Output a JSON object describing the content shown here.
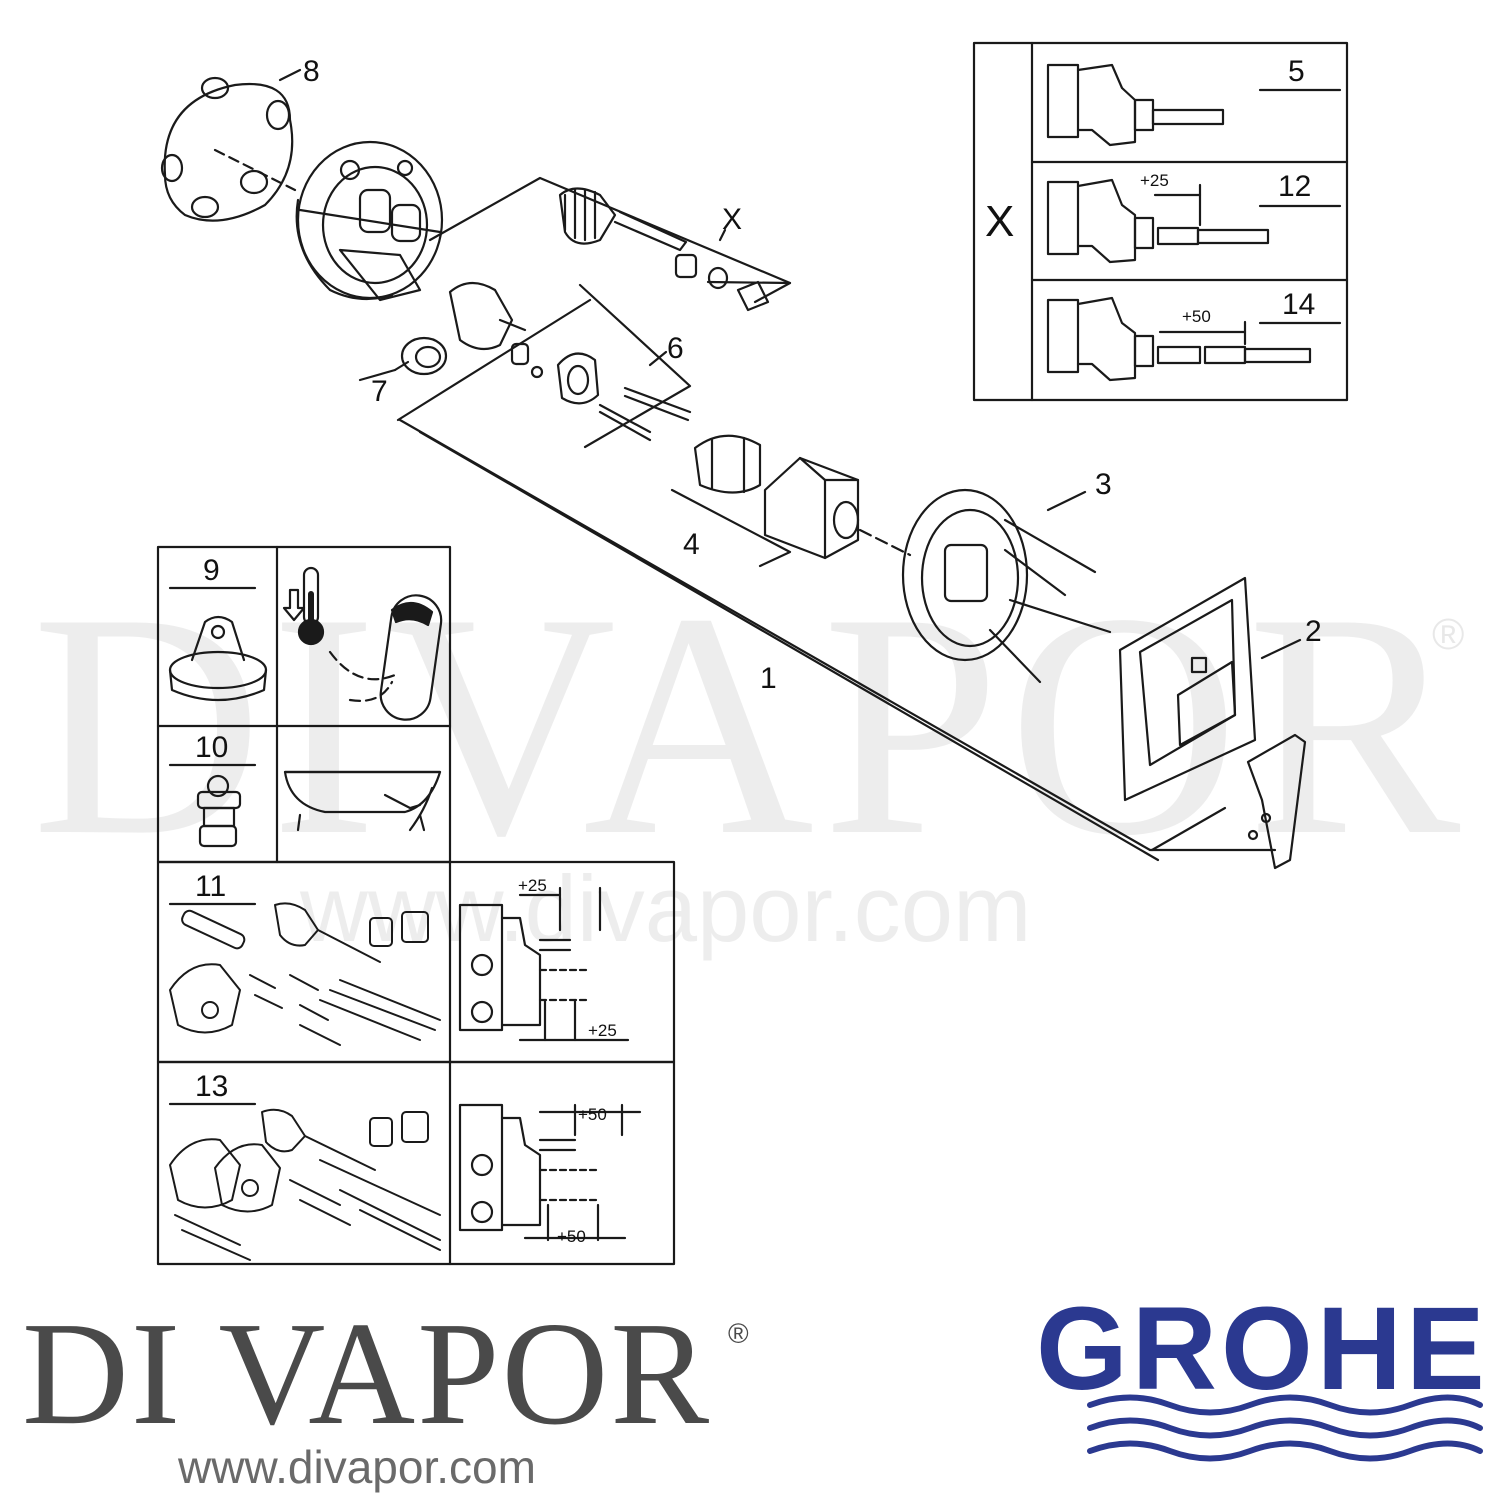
{
  "diagram": {
    "callouts": {
      "p1": "1",
      "p2": "2",
      "p3": "3",
      "p4": "4",
      "p5": "5",
      "p6": "6",
      "p7": "7",
      "p8": "8",
      "p9": "9",
      "p10": "10",
      "p11": "11",
      "p12": "12",
      "p13": "13",
      "p14": "14",
      "x": "X"
    },
    "inset_x": {
      "label": "X",
      "rows": [
        {
          "num": "5",
          "dim": ""
        },
        {
          "num": "12",
          "dim": "+25"
        },
        {
          "num": "14",
          "dim": "+50"
        }
      ]
    },
    "kit_table": {
      "r11_dim_top": "+25",
      "r11_dim_bottom": "+25",
      "r13_dim_top": "+50",
      "r13_dim_bottom": "+50"
    }
  },
  "watermark": {
    "big": "DIVAPOR",
    "registered": "®",
    "url": "www.divapor.com"
  },
  "footer": {
    "brand": "DI VAPOR",
    "registered": "®",
    "url": "www.divapor.com",
    "partner_logo_text": "GROHE"
  },
  "colors": {
    "line": "#1a1a1a",
    "grohe_blue": "#2b3990",
    "brand_grey": "#4a4a4a"
  }
}
